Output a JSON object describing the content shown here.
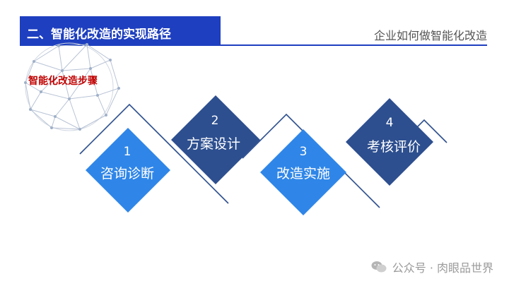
{
  "header": {
    "section_title": "二、智能化改造的实现路径",
    "right_title": "企业如何做智能化改造"
  },
  "decoration": {
    "sphere_icon": "polyhedron-sphere-icon",
    "step_heading": "智能化改造步骤"
  },
  "steps": [
    {
      "number": "1",
      "label": "咨询诊断"
    },
    {
      "number": "2",
      "label": "方案设计"
    },
    {
      "number": "3",
      "label": "改造实施"
    },
    {
      "number": "4",
      "label": "考核评价"
    }
  ],
  "colors": {
    "header_blue": "#1e3fbf",
    "light_diamond": "#2f86e8",
    "dark_diamond": "#2d4f8f",
    "heading_red": "#c00000"
  },
  "watermark": {
    "icon": "wechat-icon",
    "text": "公众号 · 肉眼品世界"
  }
}
